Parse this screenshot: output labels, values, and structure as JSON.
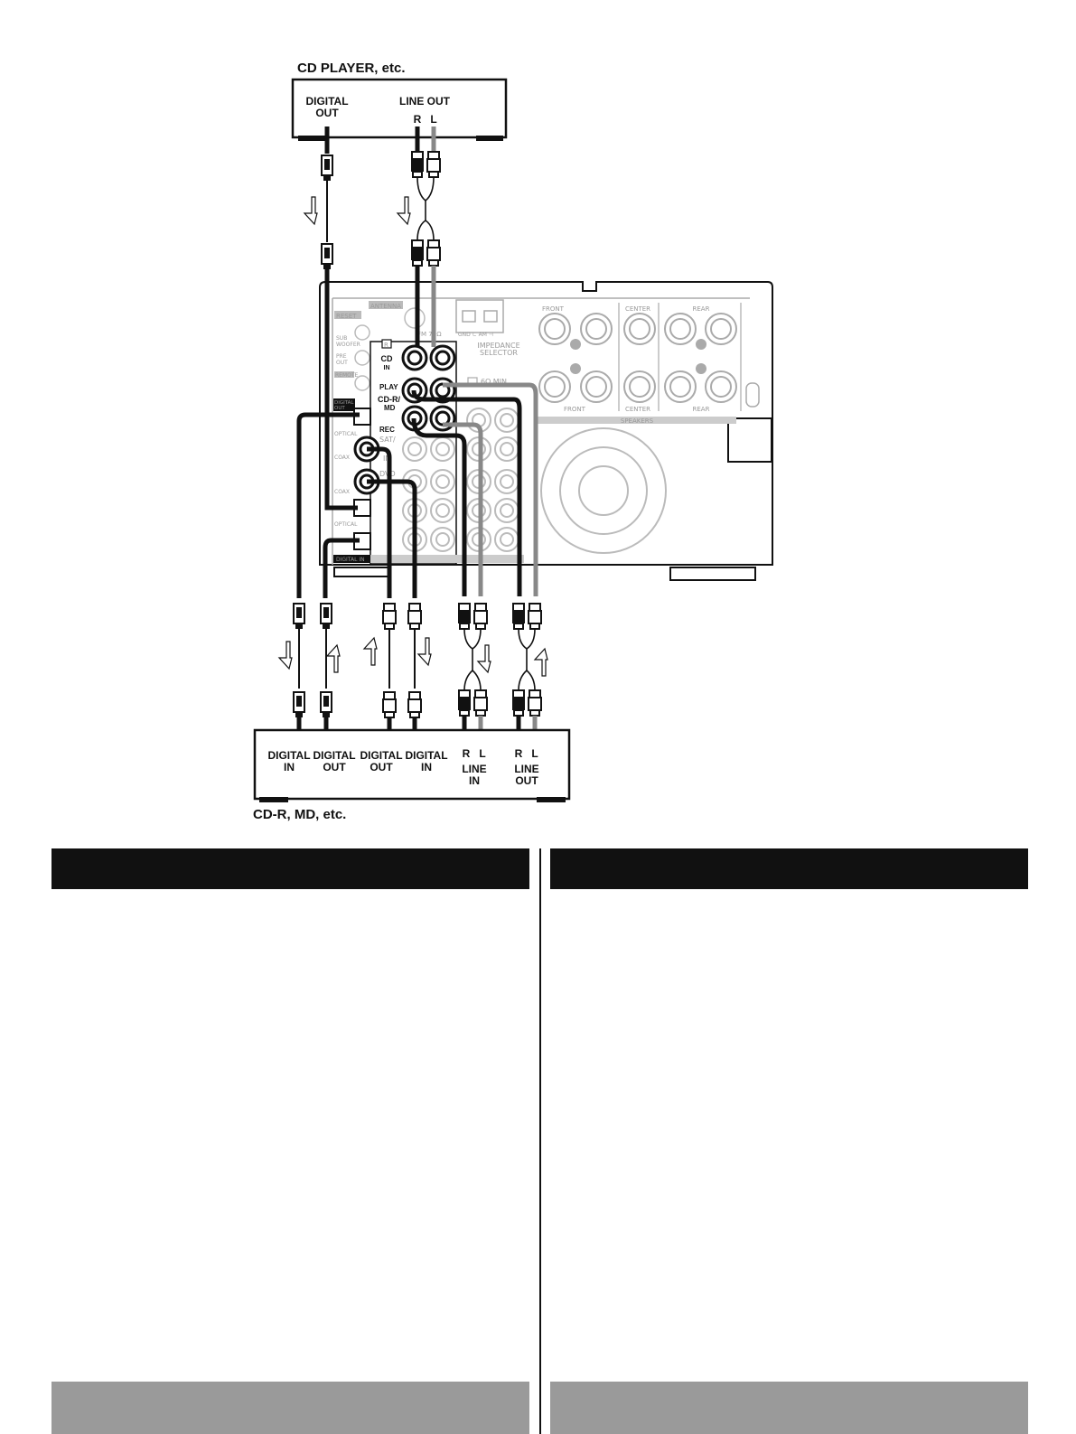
{
  "diagram": {
    "source_device": {
      "title": "CD PLAYER, etc.",
      "digital_out": [
        "DIGITAL",
        "OUT"
      ],
      "line_out": "LINE OUT",
      "r": "R",
      "l": "L"
    },
    "receiver": {
      "cd_in": [
        "CD",
        "IN"
      ],
      "play": "PLAY",
      "cdr_md": [
        "CD-R/",
        "MD"
      ],
      "rec": "REC",
      "digital_out_tag": [
        "DIGITAL",
        "OUT"
      ],
      "optical": "OPTICAL",
      "coax": "COAX",
      "digital_in_tag": "DIGITAL IN",
      "impedance": [
        "IMPEDANCE",
        "SELECTOR"
      ],
      "min_ohm": "6Ω MIN",
      "front": "FRONT",
      "center": "CENTER",
      "rear": "REAR",
      "speakers": "SPEAKERS",
      "reset": "RESET",
      "antenna": "ANTENNA",
      "sub_woofer": [
        "SUB",
        "WOOFER"
      ],
      "pre_out": [
        "PRE",
        "OUT"
      ],
      "remote": "REMOTE",
      "sat": "SAT/",
      "in": "IN",
      "dvd": "DVD",
      "am": "GND ∟ AM ⊣",
      "r_tag": "R",
      "fm": "FM 75Ω"
    },
    "recorder": {
      "title": "CD-R, MD, etc.",
      "jacks": [
        {
          "top": "DIGITAL",
          "bottom": "IN"
        },
        {
          "top": "DIGITAL",
          "bottom": "OUT"
        },
        {
          "top": "DIGITAL",
          "bottom": "OUT"
        },
        {
          "top": "DIGITAL",
          "bottom": "IN"
        }
      ],
      "r": "R",
      "l": "L",
      "line_in": [
        "LINE",
        "IN"
      ],
      "line_out": [
        "LINE",
        "OUT"
      ]
    }
  },
  "columns": {
    "left": {
      "header": "",
      "footer": ""
    },
    "right": {
      "header": "",
      "footer": ""
    }
  }
}
